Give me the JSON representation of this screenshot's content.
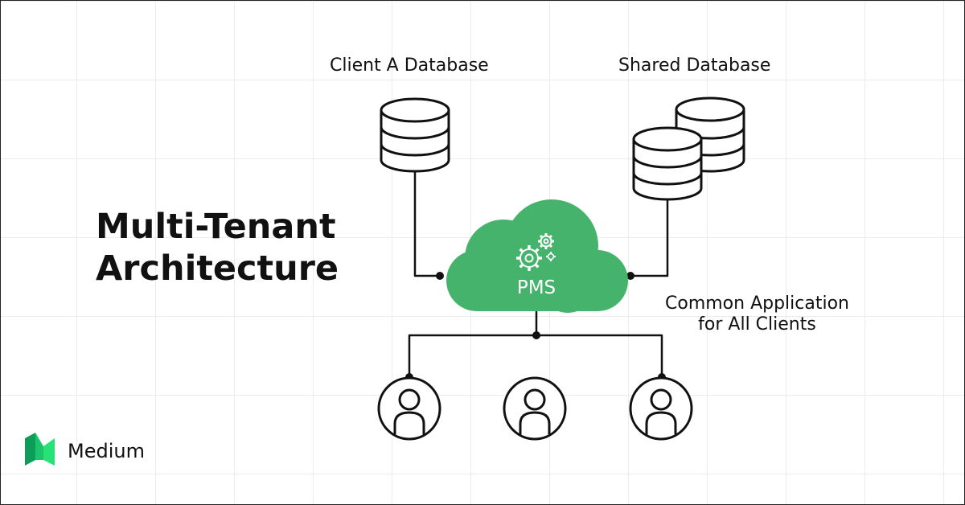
{
  "diagram": {
    "title_line1": "Multi-Tenant",
    "title_line2": "Architecture",
    "client_a_database_label": "Client A Database",
    "shared_database_label": "Shared Database",
    "cloud_label": "PMS",
    "common_app_line1": "Common Application",
    "common_app_line2": "for All Clients"
  },
  "brand": {
    "name": "Medium"
  },
  "colors": {
    "cloud_green": "#45b36b",
    "logo_green_dark": "#0c9d59",
    "logo_green_light": "#27e276",
    "stroke": "#111111"
  },
  "icons": {
    "database": "database-icon",
    "gear": "gear-icon",
    "user": "user-icon",
    "logo": "medium-logo-icon"
  }
}
